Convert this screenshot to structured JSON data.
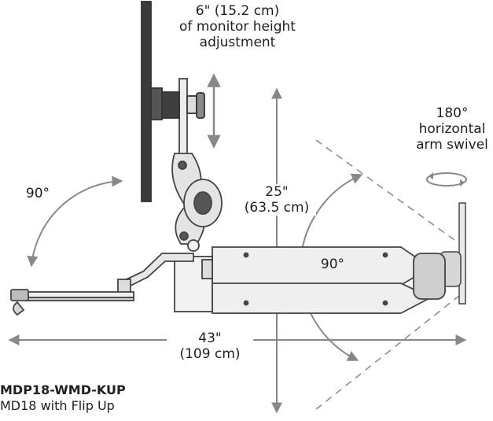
{
  "labels": {
    "height_adjust": [
      "6\" (15.2 cm)",
      "of monitor height",
      "adjustment"
    ],
    "swivel": [
      "180°",
      "horizontal",
      "arm swivel"
    ],
    "tilt_left": "90°",
    "vertical_dim": [
      "25\"",
      "(63.5 cm)"
    ],
    "arm_angle": "90°",
    "horizontal_dim": [
      "43\"",
      "(109 cm)"
    ]
  },
  "product": {
    "code": "MDP18-WMD-KUP",
    "name": "MD18 with Flip Up"
  }
}
